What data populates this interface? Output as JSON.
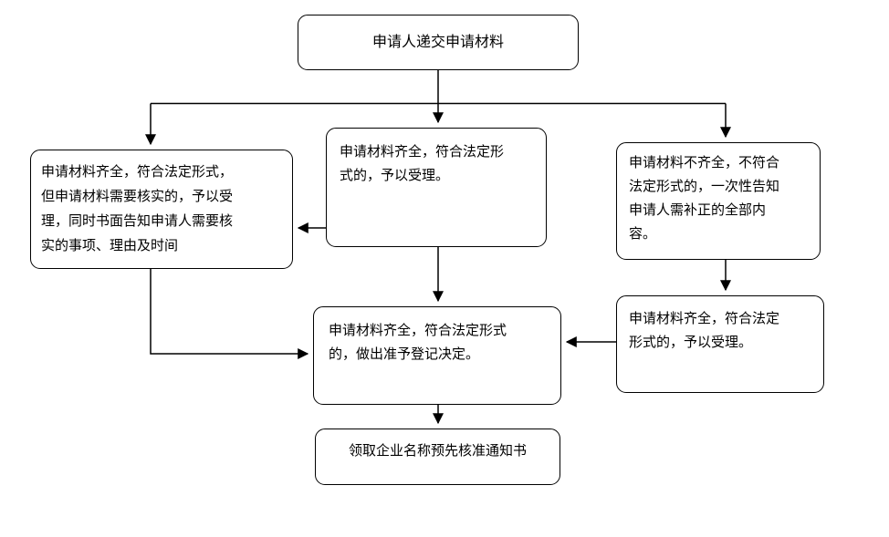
{
  "diagram": {
    "type": "flowchart",
    "colors": {
      "background": "#ffffff",
      "box_fill": "#ffffff",
      "box_border": "#000000",
      "line": "#000000"
    },
    "nodes": {
      "submit": "申请人递交申请材料",
      "verify": "申请材料齐全，符合法定形式，\n但申请材料需要核实的，予以受\n理，同时书面告知申请人需要核\n实的事项、理由及时间",
      "accept": "申请材料齐全，符合法定形\n式的，予以受理。",
      "supplement": "申请材料不齐全，不符合\n法定形式的，一次性告知\n申请人需补正的全部内\n容。",
      "accept2": "申请材料齐全，符合法定\n形式的，予以受理。",
      "decision": "申请材料齐全，符合法定形式\n的，做出准予登记决定。",
      "receive": "领取企业名称预先核准通知书"
    }
  }
}
